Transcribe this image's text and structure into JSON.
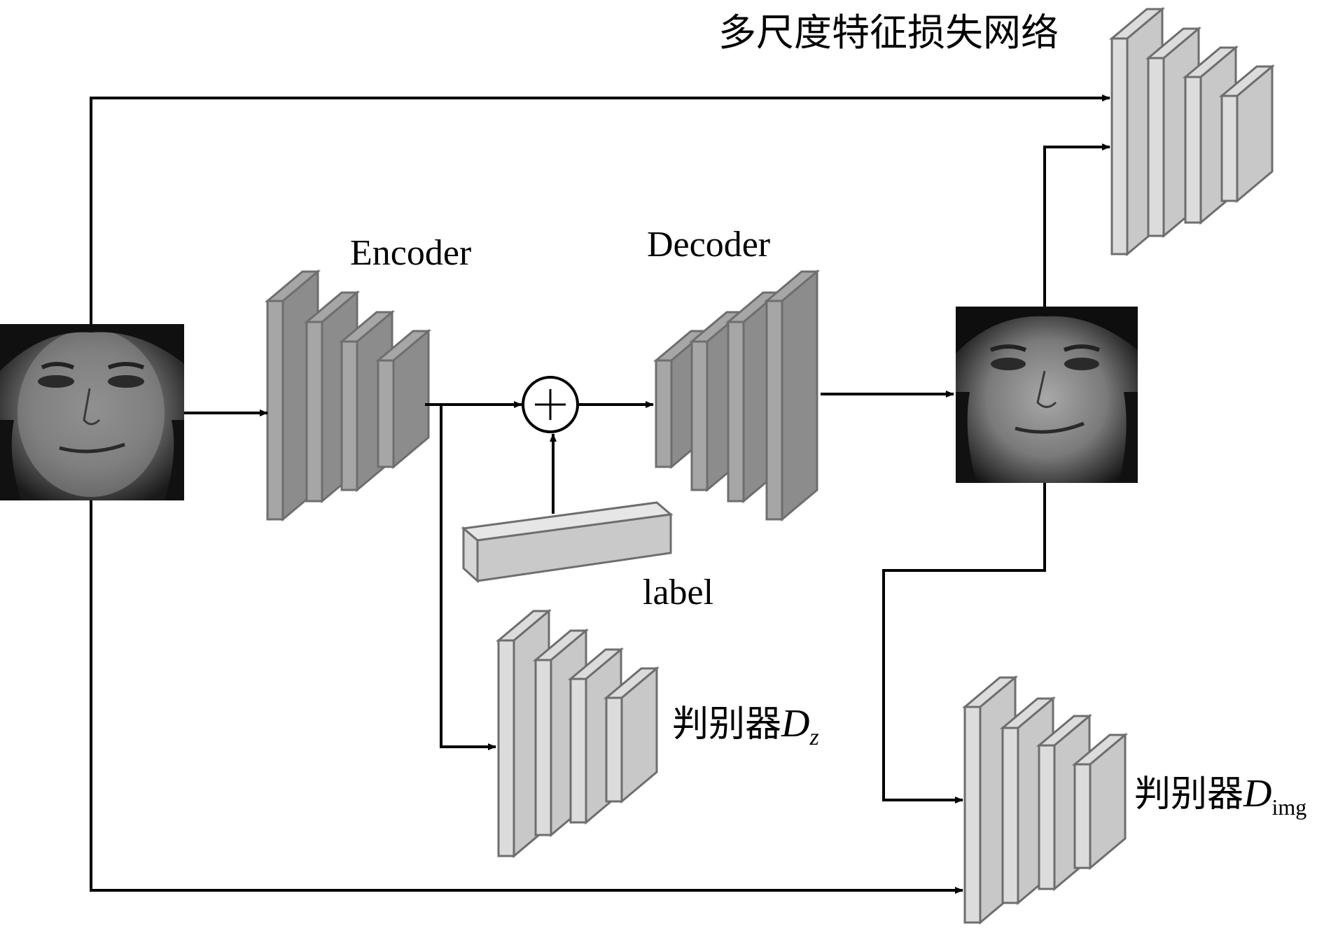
{
  "labels": {
    "encoder": "Encoder",
    "decoder": "Decoder",
    "label": "label",
    "multiscale_title": "多尺度特征损失网络",
    "disc_z_prefix": "判别器",
    "disc_z_symbol": "D",
    "disc_z_sub": "z",
    "disc_img_prefix": "判别器",
    "disc_img_symbol": "D",
    "disc_img_sub": "img"
  },
  "symbols": {
    "add": "+"
  },
  "colors": {
    "encoder_block_front": "#8c8c8c",
    "encoder_block_side": "#a6a6a6",
    "light_block_front": "#c8c8c8",
    "light_block_side": "#dcdcdc",
    "block_stroke": "#6e6e6e",
    "arrow": "#000000"
  },
  "images": {
    "input_face": "input-face",
    "output_face": "reconstructed-face"
  }
}
